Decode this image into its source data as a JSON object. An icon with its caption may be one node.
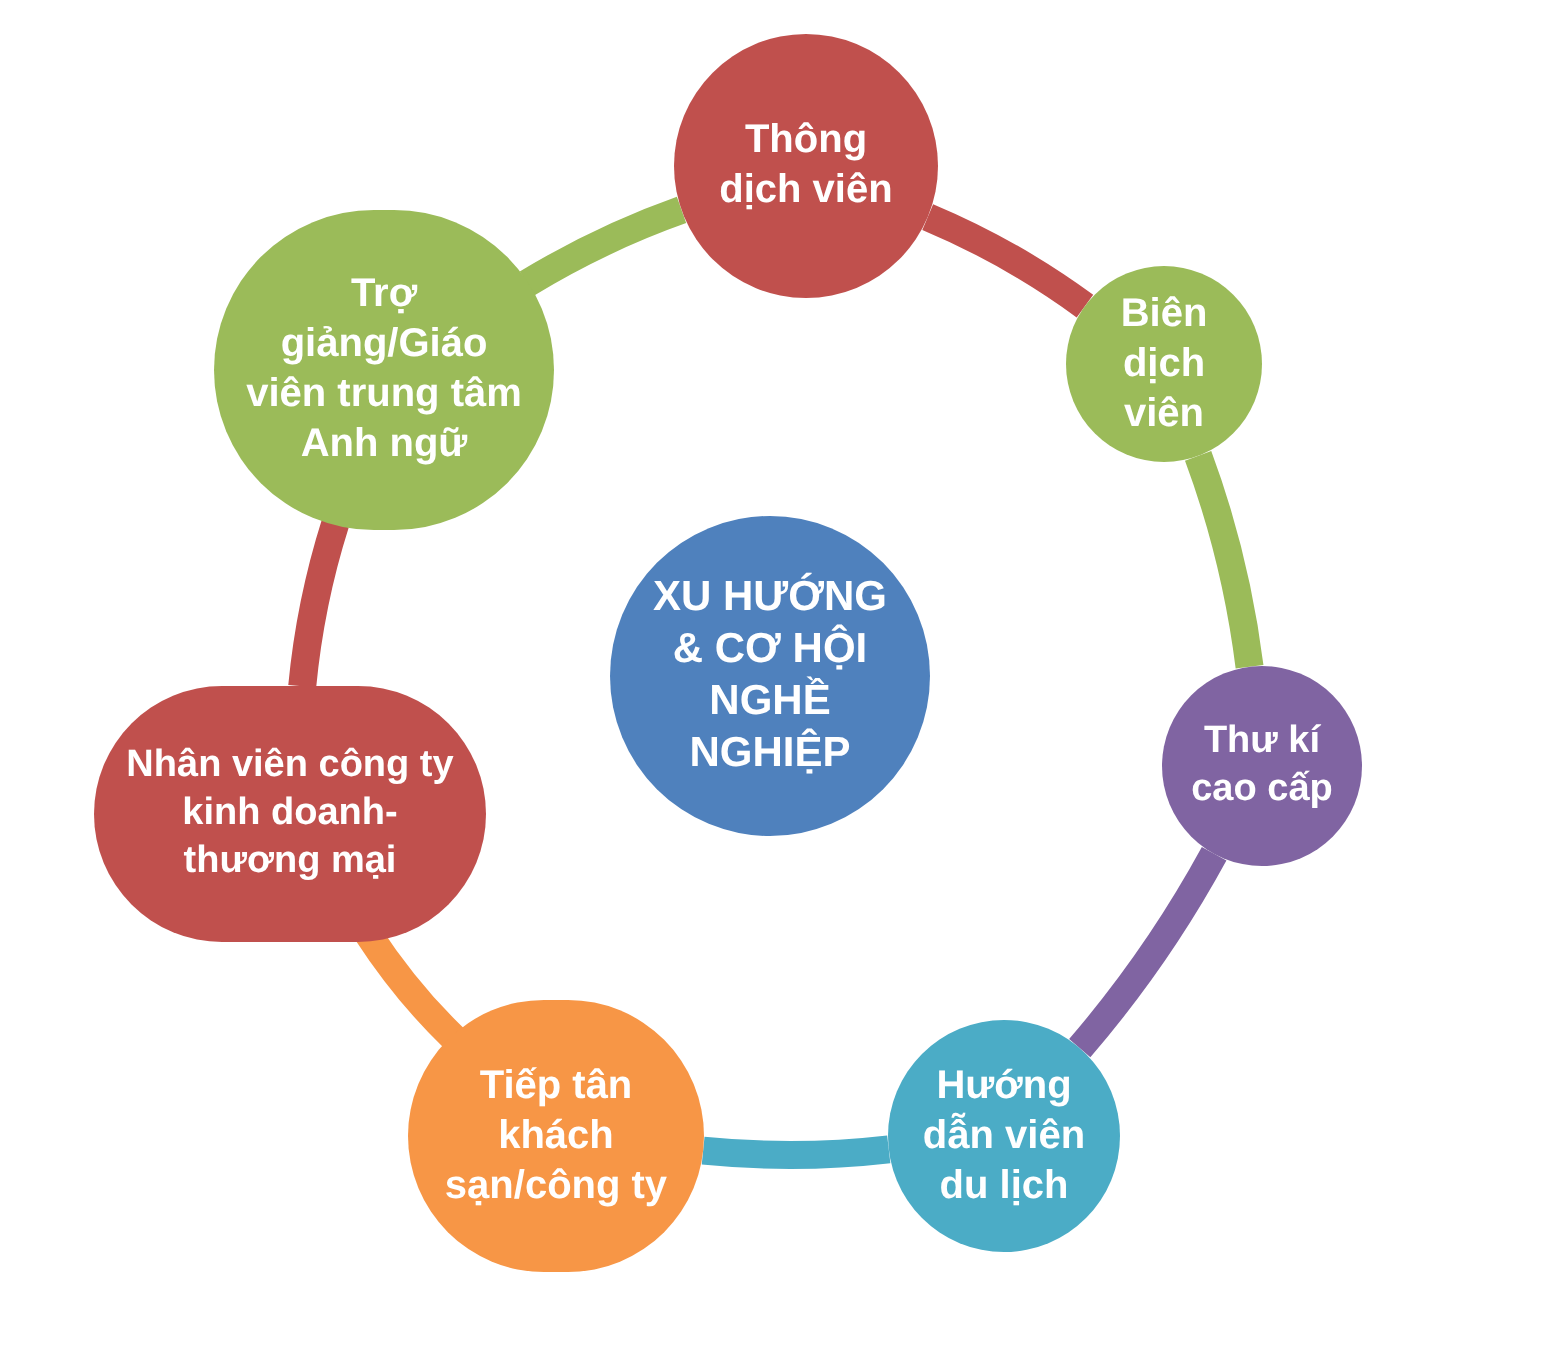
{
  "diagram": {
    "nodes": [
      {
        "text": [
          "XU HƯỚNG & CƠ HỘI NGHỀ NGHIỆP"
        ]
      },
      {
        "text": [
          "Thông dịch viên"
        ]
      },
      {
        "text": [
          "Biên dịch viên"
        ]
      },
      {
        "text": [
          "Thư kí cao cấp"
        ]
      },
      {
        "text": [
          "Hướng dẫn viên du lịch"
        ]
      },
      {
        "text": [
          "Tiếp tân khách sạn/công ty"
        ]
      },
      {
        "text": [
          "Nhân viên công ty kinh doanh-thương mại"
        ]
      },
      {
        "text": [
          "Trợ giảng/Giáo viên trung tâm Anh ngữ"
        ]
      }
    ],
    "edges": [
      {
        "from": 1,
        "to": 2,
        "arrow": "none",
        "color": "#c0504d"
      },
      {
        "from": 2,
        "to": 3,
        "arrow": "none",
        "color": "#9bbb59"
      },
      {
        "from": 3,
        "to": 4,
        "arrow": "none",
        "color": "#8064a2"
      },
      {
        "from": 4,
        "to": 5,
        "arrow": "none",
        "color": "#4bacc6"
      },
      {
        "from": 5,
        "to": 6,
        "arrow": "none",
        "color": "#f79646"
      },
      {
        "from": 6,
        "to": 7,
        "arrow": "none",
        "color": "#c0504d"
      },
      {
        "from": 7,
        "to": 1,
        "arrow": "none",
        "color": "#9bbb59"
      }
    ]
  }
}
